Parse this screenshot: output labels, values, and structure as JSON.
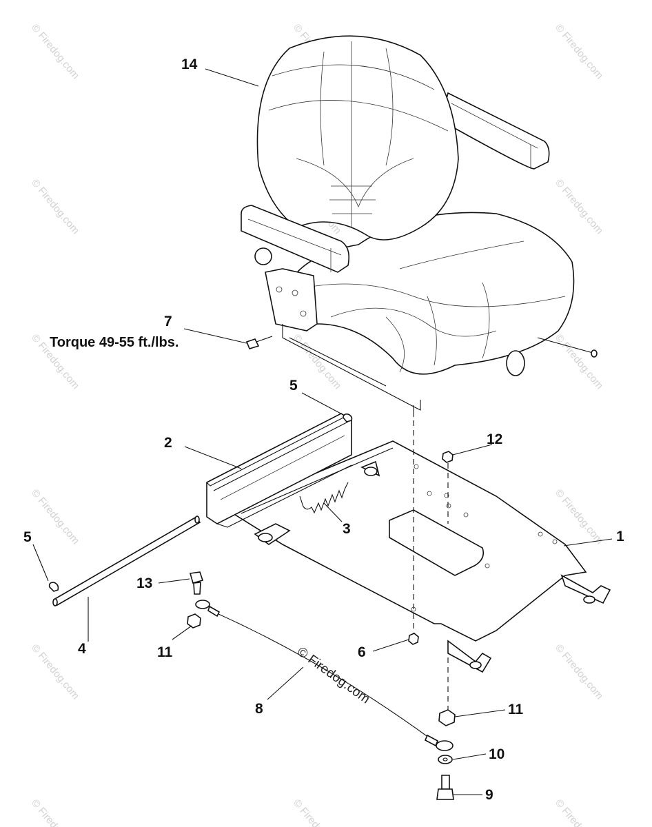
{
  "watermark": "© Firedog.com",
  "credit": "© Firedog.com",
  "torque_note": "Torque 49-55 ft./lbs.",
  "callouts": {
    "c14": "14",
    "c7": "7",
    "c5a": "5",
    "c2": "2",
    "c12": "12",
    "c1": "1",
    "c3": "3",
    "c5b": "5",
    "c13": "13",
    "c4": "4",
    "c11a": "11",
    "c6": "6",
    "c8": "8",
    "c11b": "11",
    "c10": "10",
    "c9": "9"
  }
}
